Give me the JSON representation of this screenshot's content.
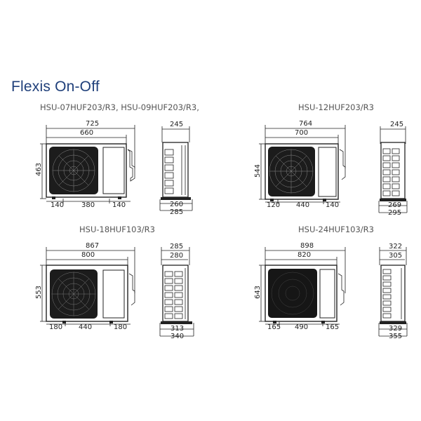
{
  "title": "Flexis On-Off",
  "colors": {
    "title": "#1f3f7a",
    "model_label": "#555555",
    "line": "#222222"
  },
  "units": [
    {
      "id": "unit-07-09",
      "model": "HSU-07HUF203/R3, HSU-09HUF203/R3,",
      "front": {
        "overall_width": "725",
        "body_width": "660",
        "height": "463",
        "left_foot": "140",
        "foot_span": "380",
        "right_foot": "140"
      },
      "side": {
        "top_width": "245",
        "base_inner": "260",
        "base_outer": "285"
      }
    },
    {
      "id": "unit-12",
      "model": "HSU-12HUF203/R3",
      "front": {
        "overall_width": "764",
        "body_width": "700",
        "height": "544",
        "left_foot": "120",
        "foot_span": "440",
        "right_foot": "140"
      },
      "side": {
        "top_width": "245",
        "base_inner": "269",
        "base_outer": "295"
      }
    },
    {
      "id": "unit-18",
      "model": "HSU-18HUF103/R3",
      "front": {
        "overall_width": "867",
        "body_width": "800",
        "height": "553",
        "left_foot": "180",
        "foot_span": "440",
        "right_foot": "180"
      },
      "side": {
        "top_outer": "285",
        "top_inner": "280",
        "base_inner": "313",
        "base_outer": "340"
      }
    },
    {
      "id": "unit-24",
      "model": "HSU-24HUF103/R3",
      "front": {
        "overall_width": "898",
        "body_width": "820",
        "height": "643",
        "left_foot": "165",
        "foot_span": "490",
        "right_foot": "165"
      },
      "side": {
        "top_outer": "322",
        "top_inner": "305",
        "base_inner": "329",
        "base_outer": "355"
      }
    }
  ]
}
